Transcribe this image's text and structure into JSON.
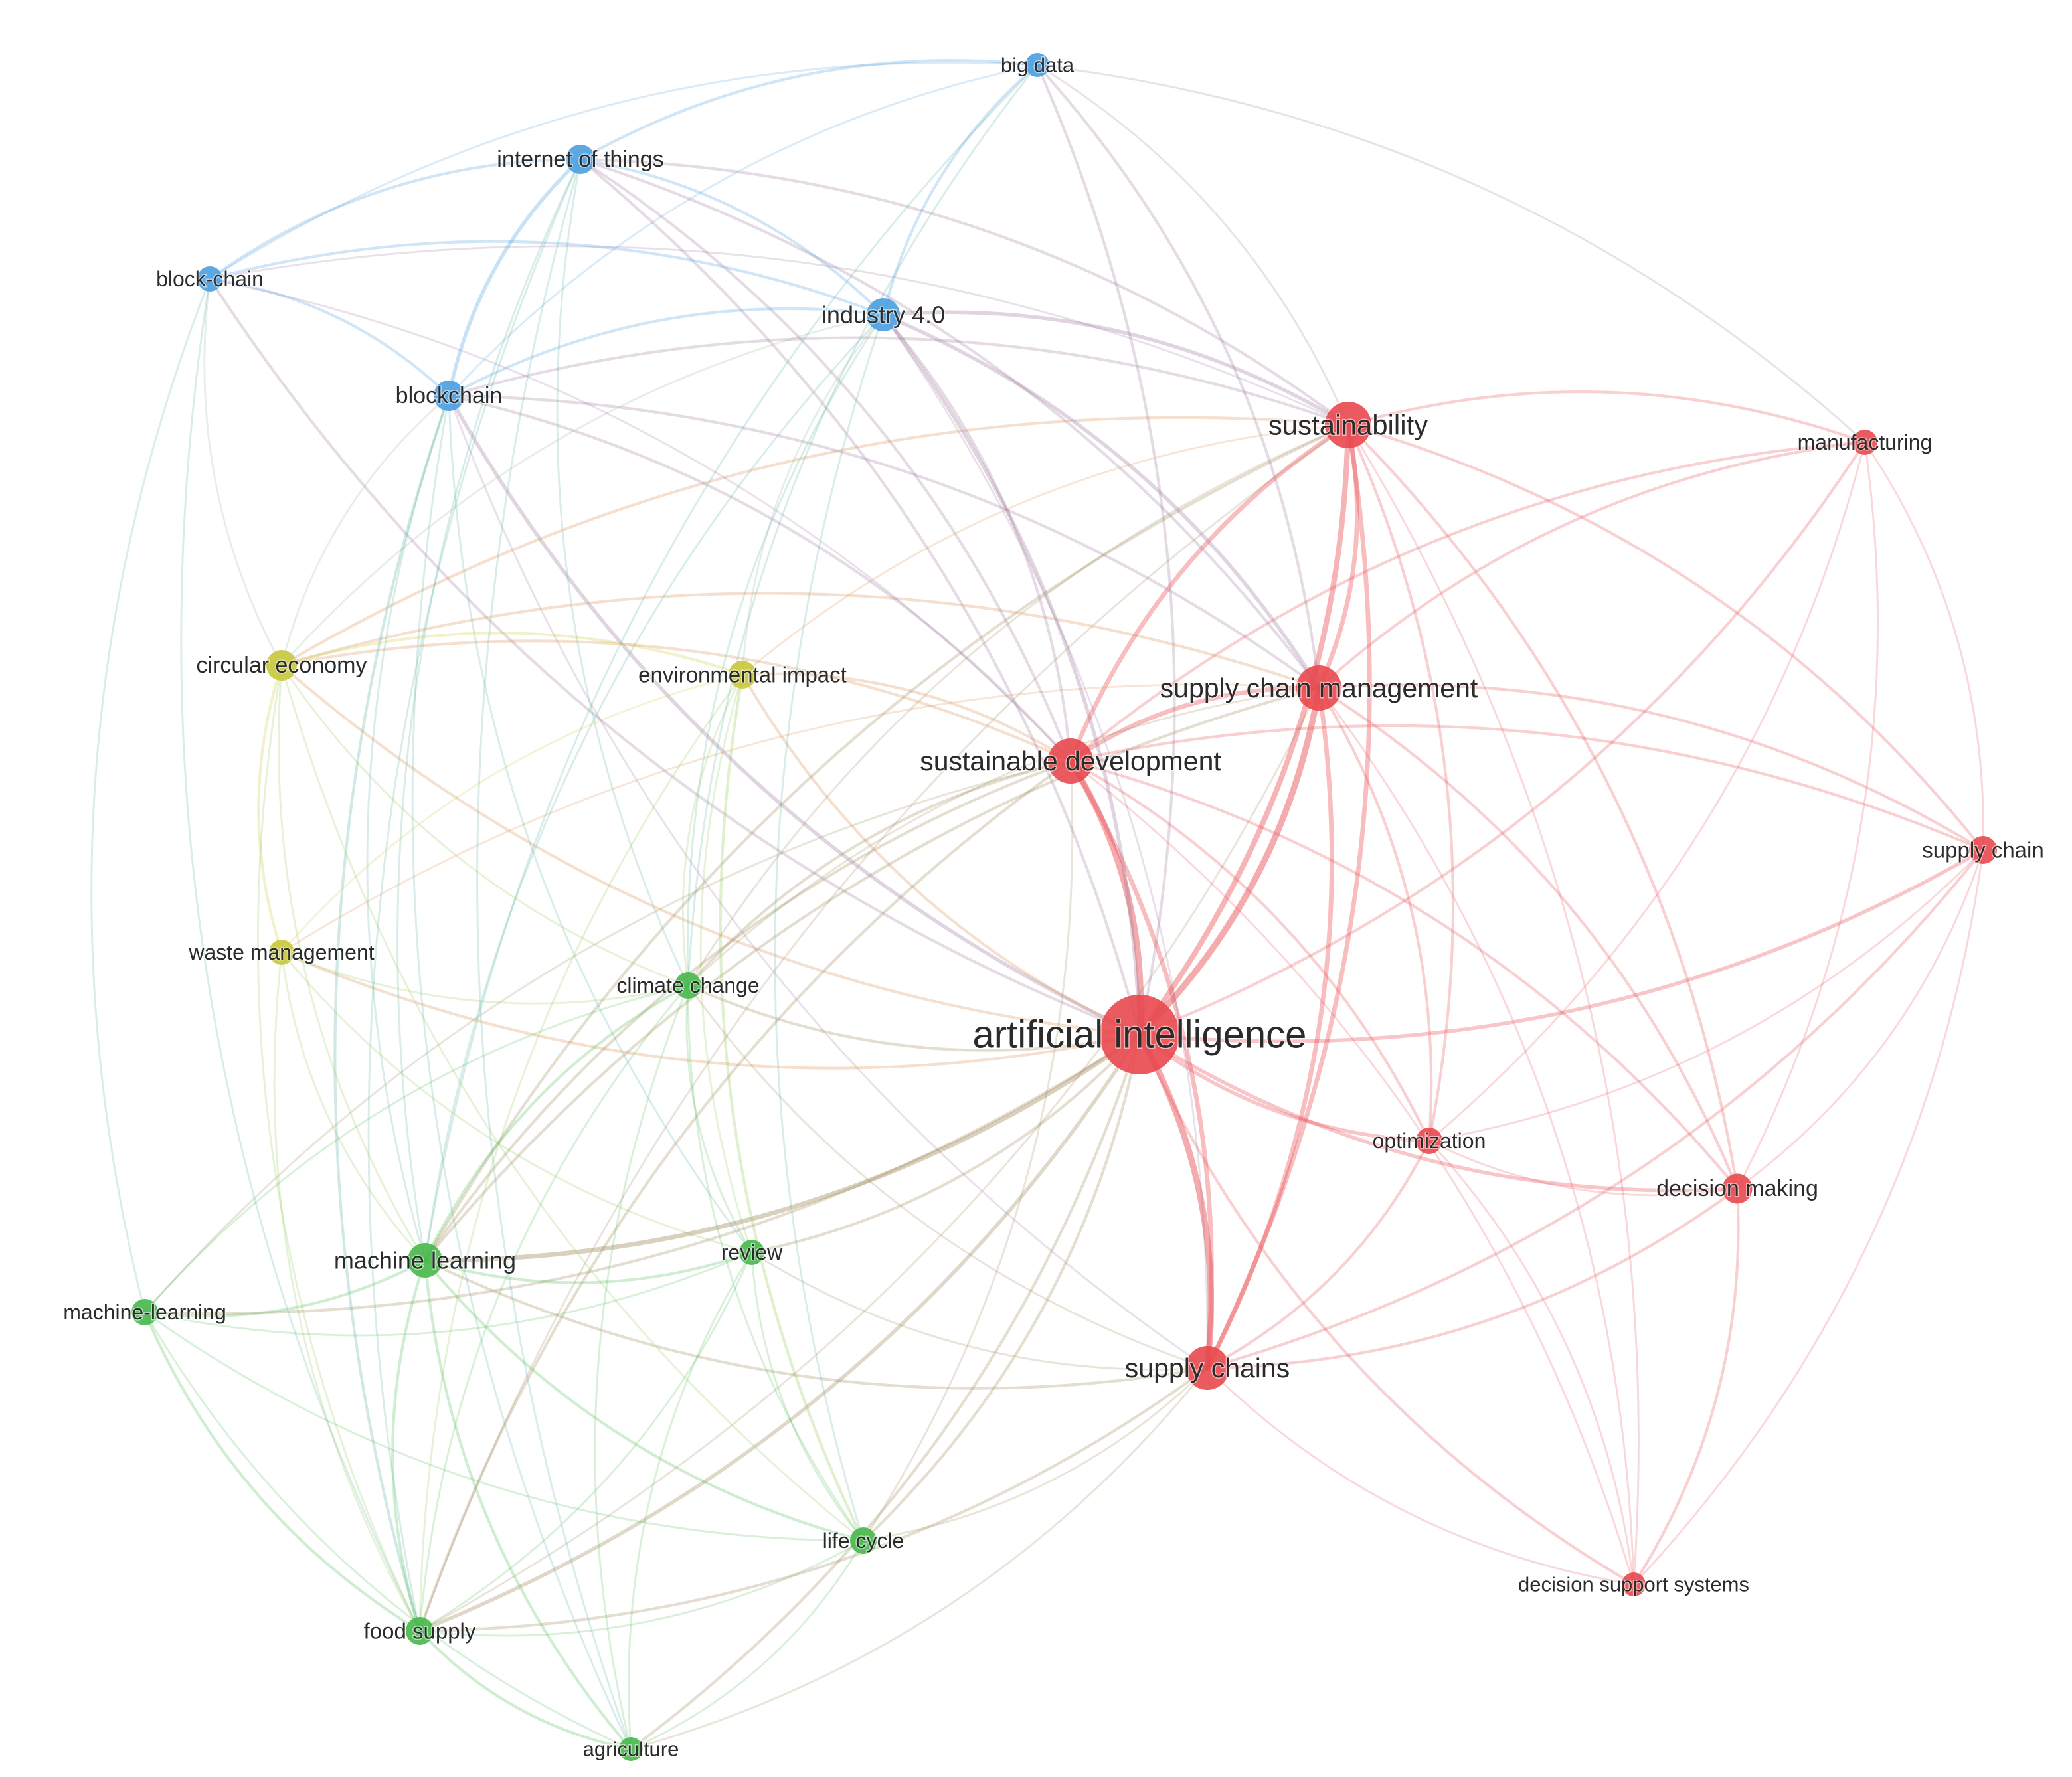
{
  "colors": {
    "red": "#e8484e",
    "blue": "#4a9ee0",
    "green": "#46b84a",
    "yellow": "#c8c83a"
  },
  "nodes": [
    {
      "id": "ai",
      "label": "artificial intelligence",
      "cluster": "red",
      "weight": 10
    },
    {
      "id": "sustainability",
      "label": "sustainability",
      "cluster": "red",
      "weight": 5
    },
    {
      "id": "scm",
      "label": "supply chain management",
      "cluster": "red",
      "weight": 4.8
    },
    {
      "id": "sd",
      "label": "sustainable development",
      "cluster": "red",
      "weight": 4.8
    },
    {
      "id": "sc_plural",
      "label": "supply chains",
      "cluster": "red",
      "weight": 4.6
    },
    {
      "id": "manufacturing",
      "label": "manufacturing",
      "cluster": "red",
      "weight": 1.8
    },
    {
      "id": "supply_chain",
      "label": "supply chain",
      "cluster": "red",
      "weight": 2.2
    },
    {
      "id": "optimization",
      "label": "optimization",
      "cluster": "red",
      "weight": 2
    },
    {
      "id": "decision_making",
      "label": "decision making",
      "cluster": "red",
      "weight": 2.5
    },
    {
      "id": "dss",
      "label": "decision support systems",
      "cluster": "red",
      "weight": 1.6
    },
    {
      "id": "big_data",
      "label": "big data",
      "cluster": "blue",
      "weight": 1.6
    },
    {
      "id": "iot",
      "label": "internet of things",
      "cluster": "blue",
      "weight": 2.4
    },
    {
      "id": "block_chain",
      "label": "block-chain",
      "cluster": "blue",
      "weight": 1.8
    },
    {
      "id": "industry40",
      "label": "industry 4.0",
      "cluster": "blue",
      "weight": 3
    },
    {
      "id": "blockchain",
      "label": "blockchain",
      "cluster": "blue",
      "weight": 2.6
    },
    {
      "id": "circular",
      "label": "circular economy",
      "cluster": "yellow",
      "weight": 2.6
    },
    {
      "id": "env_impact",
      "label": "environmental impact",
      "cluster": "yellow",
      "weight": 2.2
    },
    {
      "id": "waste",
      "label": "waste management",
      "cluster": "yellow",
      "weight": 1.8
    },
    {
      "id": "climate",
      "label": "climate change",
      "cluster": "green",
      "weight": 2
    },
    {
      "id": "ml",
      "label": "machine learning",
      "cluster": "green",
      "weight": 3.2
    },
    {
      "id": "ml_hyphen",
      "label": "machine-learning",
      "cluster": "green",
      "weight": 2
    },
    {
      "id": "review",
      "label": "review",
      "cluster": "green",
      "weight": 1.8
    },
    {
      "id": "life_cycle",
      "label": "life cycle",
      "cluster": "green",
      "weight": 2
    },
    {
      "id": "food_supply",
      "label": "food supply",
      "cluster": "green",
      "weight": 2.2
    },
    {
      "id": "agriculture",
      "label": "agriculture",
      "cluster": "green",
      "weight": 1.6
    }
  ],
  "links": [
    [
      "ai",
      "sustainability",
      5
    ],
    [
      "ai",
      "scm",
      6
    ],
    [
      "ai",
      "sd",
      6
    ],
    [
      "ai",
      "sc_plural",
      6
    ],
    [
      "ai",
      "manufacturing",
      2
    ],
    [
      "ai",
      "supply_chain",
      3
    ],
    [
      "ai",
      "optimization",
      3
    ],
    [
      "ai",
      "decision_making",
      3
    ],
    [
      "ai",
      "dss",
      2
    ],
    [
      "ai",
      "big_data",
      2
    ],
    [
      "ai",
      "iot",
      2
    ],
    [
      "ai",
      "block_chain",
      2
    ],
    [
      "ai",
      "industry40",
      3
    ],
    [
      "ai",
      "blockchain",
      3
    ],
    [
      "ai",
      "circular",
      2
    ],
    [
      "ai",
      "env_impact",
      2
    ],
    [
      "ai",
      "waste",
      2
    ],
    [
      "ai",
      "climate",
      2
    ],
    [
      "ai",
      "ml",
      4
    ],
    [
      "ai",
      "ml_hyphen",
      2
    ],
    [
      "ai",
      "review",
      2
    ],
    [
      "ai",
      "life_cycle",
      2
    ],
    [
      "ai",
      "food_supply",
      3
    ],
    [
      "ai",
      "agriculture",
      2
    ],
    [
      "sustainability",
      "scm",
      4
    ],
    [
      "sustainability",
      "sd",
      4
    ],
    [
      "sustainability",
      "sc_plural",
      4
    ],
    [
      "sustainability",
      "manufacturing",
      2
    ],
    [
      "sustainability",
      "supply_chain",
      2
    ],
    [
      "sustainability",
      "decision_making",
      2
    ],
    [
      "sustainability",
      "optimization",
      2
    ],
    [
      "sustainability",
      "industry40",
      3
    ],
    [
      "sustainability",
      "blockchain",
      2
    ],
    [
      "sustainability",
      "iot",
      2
    ],
    [
      "sustainability",
      "big_data",
      1
    ],
    [
      "sustainability",
      "block_chain",
      1
    ],
    [
      "sustainability",
      "circular",
      2
    ],
    [
      "sustainability",
      "env_impact",
      1
    ],
    [
      "sustainability",
      "ml",
      2
    ],
    [
      "sustainability",
      "climate",
      1
    ],
    [
      "sustainability",
      "food_supply",
      1
    ],
    [
      "sustainability",
      "dss",
      1
    ],
    [
      "scm",
      "sd",
      4
    ],
    [
      "scm",
      "sc_plural",
      4
    ],
    [
      "scm",
      "manufacturing",
      2
    ],
    [
      "scm",
      "supply_chain",
      2
    ],
    [
      "scm",
      "optimization",
      2
    ],
    [
      "scm",
      "decision_making",
      2
    ],
    [
      "scm",
      "dss",
      1
    ],
    [
      "scm",
      "industry40",
      3
    ],
    [
      "scm",
      "blockchain",
      2
    ],
    [
      "scm",
      "iot",
      2
    ],
    [
      "scm",
      "big_data",
      2
    ],
    [
      "scm",
      "circular",
      2
    ],
    [
      "scm",
      "ml",
      2
    ],
    [
      "scm",
      "food_supply",
      1
    ],
    [
      "scm",
      "climate",
      1
    ],
    [
      "scm",
      "waste",
      1
    ],
    [
      "sd",
      "sc_plural",
      4
    ],
    [
      "sd",
      "manufacturing",
      2
    ],
    [
      "sd",
      "supply_chain",
      2
    ],
    [
      "sd",
      "optimization",
      2
    ],
    [
      "sd",
      "decision_making",
      2
    ],
    [
      "sd",
      "dss",
      1
    ],
    [
      "sd",
      "iot",
      2
    ],
    [
      "sd",
      "blockchain",
      2
    ],
    [
      "sd",
      "industry40",
      2
    ],
    [
      "sd",
      "block_chain",
      1
    ],
    [
      "sd",
      "circular",
      2
    ],
    [
      "sd",
      "env_impact",
      2
    ],
    [
      "sd",
      "climate",
      2
    ],
    [
      "sd",
      "ml",
      2
    ],
    [
      "sd",
      "ml_hyphen",
      1
    ],
    [
      "sd",
      "food_supply",
      2
    ],
    [
      "sd",
      "life_cycle",
      1
    ],
    [
      "sc_plural",
      "supply_chain",
      2
    ],
    [
      "sc_plural",
      "optimization",
      2
    ],
    [
      "sc_plural",
      "decision_making",
      2
    ],
    [
      "sc_plural",
      "dss",
      1
    ],
    [
      "sc_plural",
      "ml",
      2
    ],
    [
      "sc_plural",
      "food_supply",
      2
    ],
    [
      "sc_plural",
      "agriculture",
      1
    ],
    [
      "sc_plural",
      "life_cycle",
      1
    ],
    [
      "sc_plural",
      "blockchain",
      1
    ],
    [
      "sc_plural",
      "industry40",
      1
    ],
    [
      "sc_plural",
      "climate",
      1
    ],
    [
      "sc_plural",
      "review",
      1
    ],
    [
      "manufacturing",
      "supply_chain",
      1
    ],
    [
      "manufacturing",
      "decision_making",
      1
    ],
    [
      "manufacturing",
      "big_data",
      1
    ],
    [
      "manufacturing",
      "optimization",
      1
    ],
    [
      "supply_chain",
      "decision_making",
      1
    ],
    [
      "supply_chain",
      "dss",
      1
    ],
    [
      "supply_chain",
      "optimization",
      1
    ],
    [
      "optimization",
      "decision_making",
      1
    ],
    [
      "optimization",
      "dss",
      1
    ],
    [
      "decision_making",
      "dss",
      2
    ],
    [
      "big_data",
      "iot",
      2
    ],
    [
      "big_data",
      "industry40",
      2
    ],
    [
      "big_data",
      "block_chain",
      1
    ],
    [
      "big_data",
      "blockchain",
      1
    ],
    [
      "big_data",
      "ml",
      1
    ],
    [
      "big_data",
      "climate",
      1
    ],
    [
      "iot",
      "block_chain",
      2
    ],
    [
      "iot",
      "blockchain",
      3
    ],
    [
      "iot",
      "industry40",
      2
    ],
    [
      "iot",
      "ml",
      1
    ],
    [
      "iot",
      "food_supply",
      1
    ],
    [
      "iot",
      "agriculture",
      1
    ],
    [
      "iot",
      "climate",
      1
    ],
    [
      "block_chain",
      "blockchain",
      2
    ],
    [
      "block_chain",
      "industry40",
      2
    ],
    [
      "block_chain",
      "circular",
      1
    ],
    [
      "block_chain",
      "ml_hyphen",
      1
    ],
    [
      "block_chain",
      "food_supply",
      1
    ],
    [
      "industry40",
      "blockchain",
      2
    ],
    [
      "industry40",
      "circular",
      1
    ],
    [
      "industry40",
      "ml",
      1
    ],
    [
      "industry40",
      "env_impact",
      1
    ],
    [
      "industry40",
      "climate",
      1
    ],
    [
      "industry40",
      "life_cycle",
      1
    ],
    [
      "blockchain",
      "circular",
      1
    ],
    [
      "blockchain",
      "ml",
      1
    ],
    [
      "blockchain",
      "food_supply",
      2
    ],
    [
      "blockchain",
      "review",
      1
    ],
    [
      "blockchain",
      "agriculture",
      1
    ],
    [
      "circular",
      "env_impact",
      2
    ],
    [
      "circular",
      "waste",
      2
    ],
    [
      "circular",
      "life_cycle",
      1
    ],
    [
      "circular",
      "ml",
      1
    ],
    [
      "circular",
      "food_supply",
      1
    ],
    [
      "circular",
      "climate",
      1
    ],
    [
      "env_impact",
      "waste",
      1
    ],
    [
      "env_impact",
      "life_cycle",
      2
    ],
    [
      "env_impact",
      "climate",
      1
    ],
    [
      "env_impact",
      "review",
      1
    ],
    [
      "env_impact",
      "food_supply",
      1
    ],
    [
      "waste",
      "ml",
      1
    ],
    [
      "waste",
      "food_supply",
      1
    ],
    [
      "waste",
      "review",
      1
    ],
    [
      "waste",
      "climate",
      1
    ],
    [
      "climate",
      "ml",
      2
    ],
    [
      "climate",
      "ml_hyphen",
      1
    ],
    [
      "climate",
      "review",
      1
    ],
    [
      "climate",
      "life_cycle",
      1
    ],
    [
      "climate",
      "food_supply",
      1
    ],
    [
      "climate",
      "agriculture",
      1
    ],
    [
      "ml",
      "ml_hyphen",
      2
    ],
    [
      "ml",
      "review",
      2
    ],
    [
      "ml",
      "life_cycle",
      2
    ],
    [
      "ml",
      "food_supply",
      2
    ],
    [
      "ml",
      "agriculture",
      2
    ],
    [
      "ml_hyphen",
      "review",
      1
    ],
    [
      "ml_hyphen",
      "food_supply",
      2
    ],
    [
      "ml_hyphen",
      "agriculture",
      1
    ],
    [
      "ml_hyphen",
      "life_cycle",
      1
    ],
    [
      "review",
      "life_cycle",
      1
    ],
    [
      "review",
      "food_supply",
      1
    ],
    [
      "review",
      "agriculture",
      1
    ],
    [
      "life_cycle",
      "food_supply",
      1
    ],
    [
      "life_cycle",
      "agriculture",
      1
    ],
    [
      "food_supply",
      "agriculture",
      2
    ]
  ]
}
